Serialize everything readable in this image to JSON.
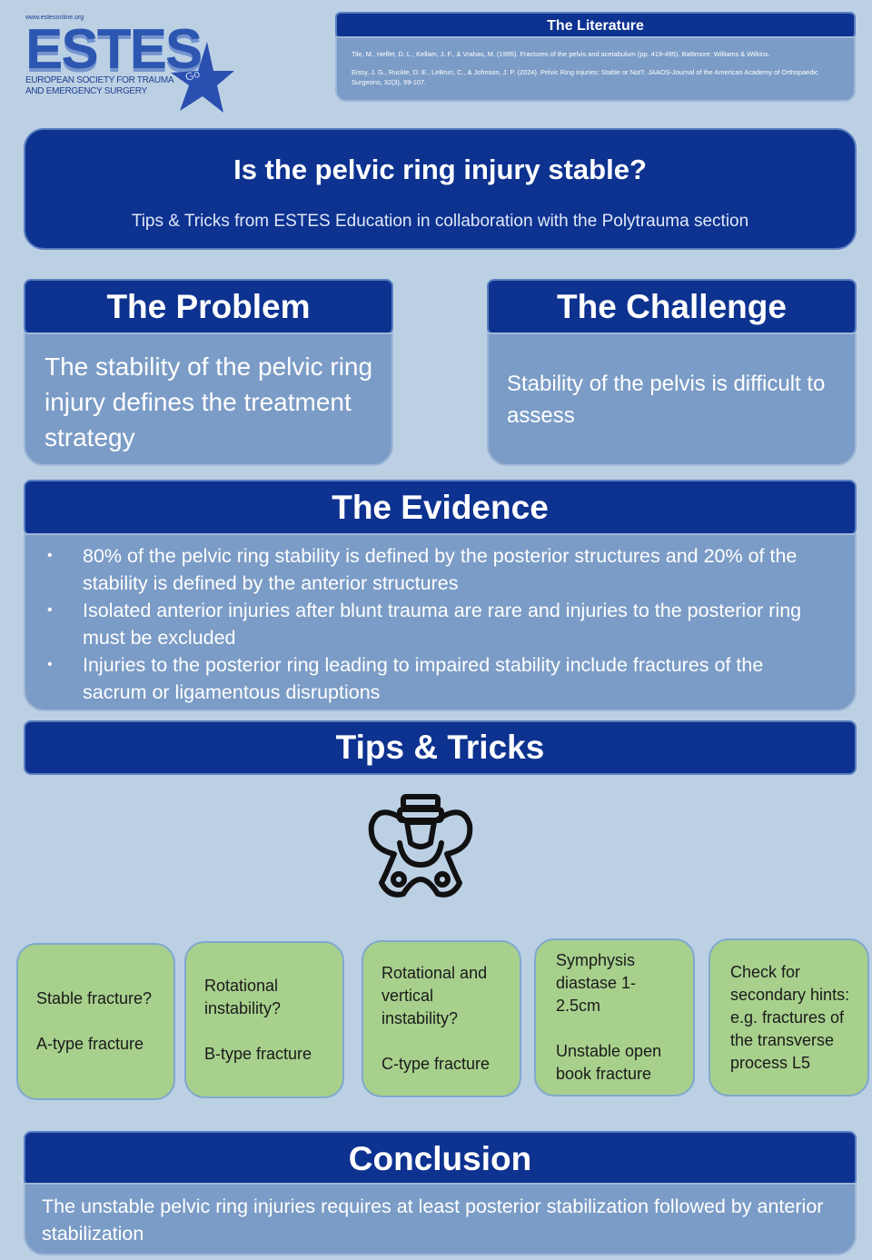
{
  "logo": {
    "url": "www.estesonline.org",
    "wordmark": "ESTES",
    "subtitle_line1": "EUROPEAN SOCIETY FOR TRAUMA",
    "subtitle_line2": "AND EMERGENCY SURGERY",
    "badge": "Go",
    "icon": "star-icon"
  },
  "literature": {
    "heading": "The Literature",
    "refs": [
      "Tile, M., Helfet, D. L., Kellam, J. F., & Vrahas, M. (1995). Fractures of the pelvis and acetabulum (pp. 419-495). Baltimore: Williams & Wilkins.",
      "Eissy, J. G., Ruckle, D. E., LeBrun, C., & Johnson, J. P. (2024). Pelvic Ring Injuries: Stable or Not?. JAAOS-Journal of the American Academy of Orthopaedic Surgeons, 32(3), 99-107."
    ]
  },
  "title": {
    "main": "Is the pelvic ring injury stable?",
    "sub": "Tips & Tricks from ESTES Education in collaboration with the Polytrauma section"
  },
  "problem": {
    "heading": "The Problem",
    "text": "The stability of the pelvic ring injury defines the treatment strategy"
  },
  "challenge": {
    "heading": "The Challenge",
    "text": "Stability of the pelvis is difficult to assess"
  },
  "evidence": {
    "heading": "The Evidence",
    "bullet": "•",
    "items": [
      "80% of the pelvic ring stability is defined by the posterior structures and 20% of the stability is defined by the anterior structures",
      "Isolated anterior injuries after blunt trauma are rare and injuries to the posterior ring must be excluded",
      "Injuries to the posterior ring leading to impaired stability include fractures of the sacrum or ligamentous disruptions"
    ]
  },
  "tips": {
    "heading": "Tips & Tricks",
    "icon": "pelvis-icon",
    "cards": [
      {
        "top": "Stable fracture?",
        "bottom": "A-type fracture"
      },
      {
        "top": "Rotational instability?",
        "bottom": "B-type fracture"
      },
      {
        "top": "Rotational and vertical instability?",
        "bottom": "C-type fracture"
      },
      {
        "top": "Symphysis diastase 1-2.5cm",
        "bottom": "Unstable open book fracture"
      },
      {
        "top": "Check for secondary hints: e.g. fractures of the transverse process L5",
        "bottom": ""
      }
    ]
  },
  "conclusion": {
    "heading": "Conclusion",
    "text": "The unstable pelvic ring injuries requires at least posterior stabilization followed by anterior stabilization"
  },
  "colors": {
    "background": "#bcd0e4",
    "navy": "#0d3290",
    "steel": "#7b9cc6",
    "green": "#a8d08d"
  }
}
